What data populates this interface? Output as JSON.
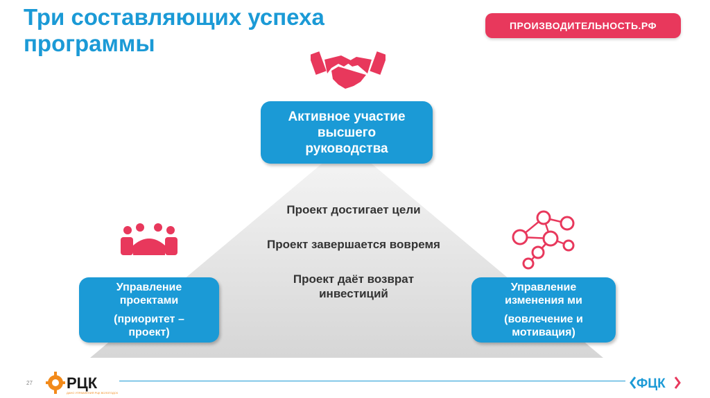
{
  "title": "Три составляющих успеха\nпрограммы",
  "badge": "ПРОИЗВОДИТЕЛЬНОСТЬ.РФ",
  "top_box": {
    "line1": "Активное участие",
    "line2": "высшего",
    "line3": "руководства"
  },
  "left_box": {
    "line1": "Управление",
    "line2": "проектами",
    "sub1": "(приоритет –",
    "sub2": "проект)"
  },
  "right_box": {
    "line1": "Управление",
    "line2": "изменения ми",
    "sub1": "(вовлечение и",
    "sub2": "мотивация)"
  },
  "goals": [
    "Проект достигает цели",
    "Проект завершается вовремя",
    "Проект даёт возврат",
    "инвестиций"
  ],
  "page_number": "27",
  "colors": {
    "accent": "#1b9ad6",
    "pink": "#e8385c",
    "orange": "#f28a1a"
  },
  "icons": {
    "top": "handshake-icon",
    "left": "team-meeting-icon",
    "right": "network-people-icon"
  },
  "logo_left": {
    "text": "РЦК",
    "small": "ДАНО УПРАВЛЕНИЯ РЦК\nВОЛОГОДСКОЙ ОБЛАСТИ"
  },
  "logo_right": {
    "text": "ФЦК"
  }
}
